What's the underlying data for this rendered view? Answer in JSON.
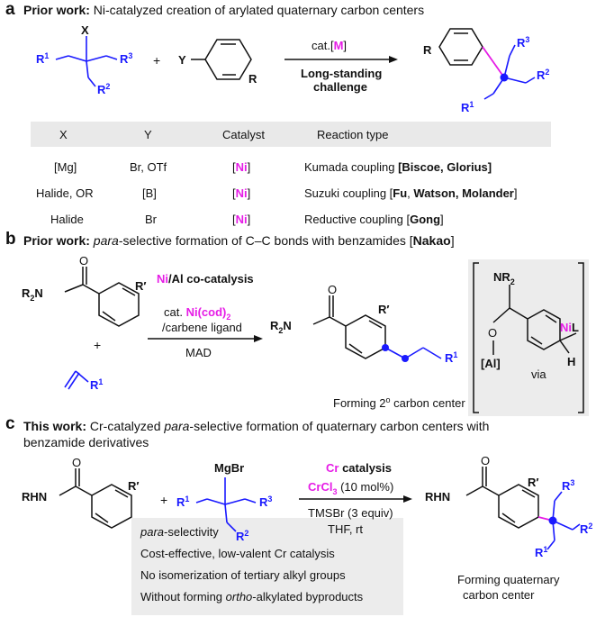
{
  "panels": {
    "a": {
      "letter": "a",
      "heading_bold": "Prior work:",
      "heading_rest": " Ni-catalyzed creation of arylated quaternary carbon centers",
      "reagent_labels": {
        "x": "X",
        "r1": "R",
        "r1_sup": "1",
        "r2": "R",
        "r2_sup": "2",
        "r3": "R",
        "r3_sup": "3",
        "plus": "+",
        "y": "Y",
        "r": "R"
      },
      "arrow_top": "cat.[",
      "arrow_top_metal": "M",
      "arrow_top_end": "]",
      "arrow_bottom_1": "Long-standing",
      "arrow_bottom_2": "challenge",
      "table": {
        "headers": [
          "X",
          "Y",
          "Catalyst",
          "Reaction type"
        ],
        "rows": [
          {
            "x": "[Mg]",
            "y": "Br, OTf",
            "cat_open": "[",
            "cat_metal": "Ni",
            "cat_close": "]",
            "type_plain": "Kumada coupling ",
            "type_bold": "[Biscoe, Glorius]",
            "type_plain2": "",
            "type_bold2": "",
            "type_end": ""
          },
          {
            "x": "Halide, OR",
            "y": "[B]",
            "cat_open": "[",
            "cat_metal": "Ni",
            "cat_close": "]",
            "type_plain": "Suzuki coupling [",
            "type_bold": "Fu",
            "type_plain2": ", ",
            "type_bold2": "Watson, Molander",
            "type_end": "]"
          },
          {
            "x": "Halide",
            "y": "Br",
            "cat_open": "[",
            "cat_metal": "Ni",
            "cat_close": "]",
            "type_plain": "Reductive coupling [",
            "type_bold": "Gong",
            "type_plain2": "",
            "type_bold2": "",
            "type_end": "]"
          }
        ]
      }
    },
    "b": {
      "letter": "b",
      "heading_bold": "Prior work:",
      "heading_ital": " para",
      "heading_rest": "-selective formation of C–C bonds with benzamides [",
      "heading_bold2": "Nakao",
      "heading_end": "]",
      "cocat_metal": "Ni",
      "cocat_rest": "/Al co-catalysis",
      "cat_line": "cat. ",
      "cat_metal": "Ni(cod)",
      "cat_sub": "2",
      "ligand": "/carbene ligand",
      "additive": "MAD",
      "product_caption": "Forming 2",
      "product_caption_sup": "o",
      "product_caption_end": " carbon center",
      "via": "via",
      "labels": {
        "o": "O",
        "r2n": "R",
        "r2n_sub": "2",
        "r2n_n": "N",
        "rp": "R′",
        "plus": "+",
        "r1": "R",
        "r1_sup": "1",
        "nr2": "NR",
        "nr2_sub": "2",
        "al": "Al",
        "nil_metal": "Ni",
        "nil_l": "L",
        "h": "H"
      }
    },
    "c": {
      "letter": "c",
      "heading_bold": "This work:",
      "heading_rest": " Cr-catalyzed ",
      "heading_ital": "para",
      "heading_rest2": "-selective formation of quaternary carbon centers with",
      "heading_line2": "benzamide derivatives",
      "cat_metal": "Cr",
      "cat_rest": " catalysis",
      "crcl_metal": "CrCl",
      "crcl_sub": "3",
      "crcl_rest": " (10 mol%)",
      "reagent1": "TMSBr (3 equiv)",
      "reagent2": "THF, rt",
      "labels": {
        "o": "O",
        "rhn": "RHN",
        "rp": "R′",
        "plus": "+",
        "mgbr": "MgBr",
        "r1": "R",
        "r1_sup": "1",
        "r2": "R",
        "r2_sup": "2",
        "r3": "R",
        "r3_sup": "3"
      },
      "notes": [
        {
          "ital": "para",
          "rest": "-selectivity"
        },
        {
          "ital": "",
          "rest": "Cost-effective, low-valent Cr catalysis"
        },
        {
          "ital": "",
          "rest": "No isomerization of tertiary alkyl groups"
        },
        {
          "pre": "Without forming ",
          "ital": "ortho",
          "rest": "-alkylated byproducts"
        }
      ],
      "product_caption_1": "Forming quaternary",
      "product_caption_2": "carbon center"
    }
  },
  "colors": {
    "accent_magenta": "#e61ce6",
    "alkyl_blue": "#1a1aff",
    "table_header_bg": "#e9e9e9",
    "note_bg": "#ececec"
  }
}
